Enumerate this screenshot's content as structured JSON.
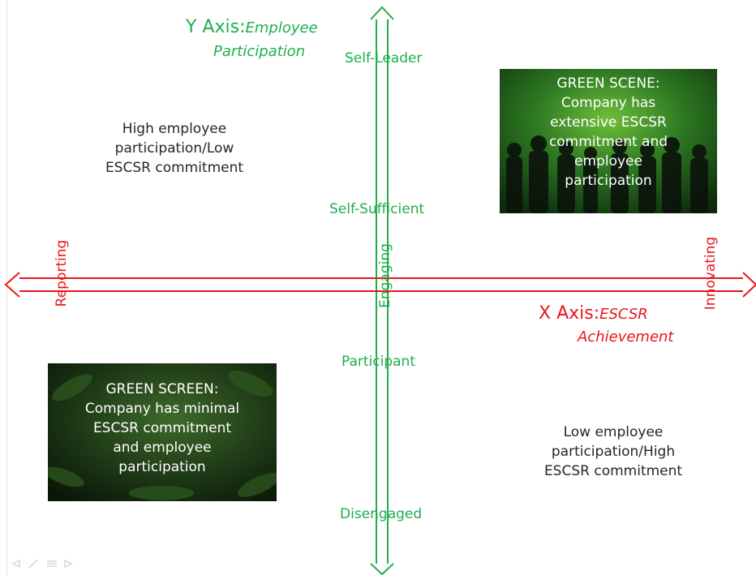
{
  "y_axis": {
    "title": "Y Axis:",
    "subtitle_line1": "Employee",
    "subtitle_line2": "Participation",
    "levels": [
      "Self-Leader",
      "Self-Sufficient",
      "Engaging",
      "Participant",
      "Disengaged"
    ],
    "color": "#1fae4c"
  },
  "x_axis": {
    "title": "X Axis:",
    "subtitle_line1": "ESCSR",
    "subtitle_line2": "Achievement",
    "left_label": "Reporting",
    "right_label": "Innovating",
    "color": "#e8161b"
  },
  "quadrants": {
    "top_left": [
      "High employee",
      "participation/Low",
      "ESCSR commitment"
    ],
    "top_right": [
      "GREEN SCENE:",
      "Company has",
      "extensive ESCSR",
      "commitment and",
      "employee",
      "participation"
    ],
    "bottom_left": [
      "GREEN SCREEN:",
      "Company has minimal",
      "ESCSR commitment",
      "and employee",
      "participation"
    ],
    "bottom_right": [
      "Low employee",
      "participation/High",
      "ESCSR commitment"
    ]
  }
}
